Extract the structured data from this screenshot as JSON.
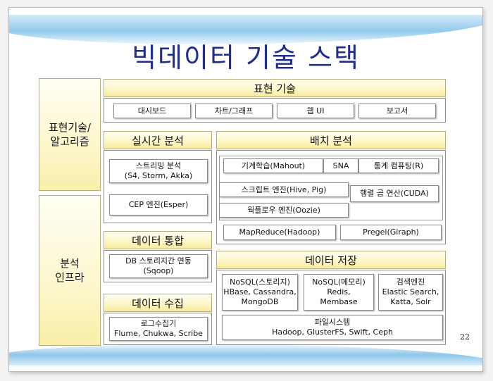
{
  "slide": {
    "title": "빅데이터 기술 스택",
    "page_number": "22",
    "left_labels": {
      "top": "표현기술/\n알고리즘",
      "bottom": "분석\n인프라"
    },
    "presentation": {
      "header": "표현 기술",
      "items": [
        "대시보드",
        "차트/그래프",
        "웹 UI",
        "보고서"
      ]
    },
    "realtime": {
      "header": "실시간 분석",
      "items": [
        "스트리밍 분석\n(S4, Storm, Akka)",
        "CEP 엔진(Esper)"
      ]
    },
    "integration": {
      "header": "데이터 통합",
      "items": [
        "DB 스토리지간 연동\n(Sqoop)"
      ]
    },
    "collection": {
      "header": "데이터 수집",
      "items": [
        "로그수집기\nFlume, Chukwa, Scribe"
      ]
    },
    "batch": {
      "header": "배치 분석",
      "row1": [
        "기계학습(Mahout)",
        "SNA",
        "통계 컴퓨팅(R)"
      ],
      "script_engine": "스크립트 엔진(Hive, Pig)",
      "workflow_engine": "웍플로우 엔진(Oozie)",
      "matrix": "행렬 곱 연산(CUDA)",
      "mapreduce": "MapReduce(Hadoop)",
      "pregel": "Pregel(Giraph)"
    },
    "storage": {
      "header": "데이터 저장",
      "nosql_storage": "NoSQL(스토리지)\nHBase, Cassandra,\nMongoDB",
      "nosql_memory": "NoSQL(메모리)\nRedis,\nMembase",
      "search": "검색엔진\nElastic Search,\nKatta, Solr",
      "filesystem": "파일시스템\nHadoop, GlusterFS, Swift, Ceph"
    }
  }
}
